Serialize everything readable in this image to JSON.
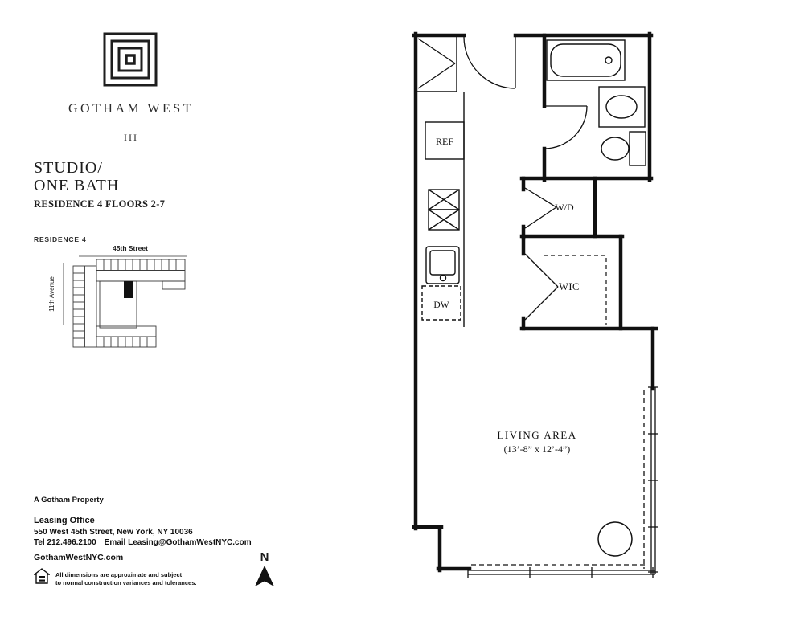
{
  "brand": {
    "display_name": "GOTHAM WEST",
    "numeral": "III"
  },
  "unit": {
    "type_line1": "STUDIO/",
    "type_line2": "ONE BATH",
    "residence_info": "RESIDENCE 4 FLOORS 2-7"
  },
  "key_plan": {
    "residence_label": "RESIDENCE 4",
    "street_top": "45th Street",
    "avenue_left": "11th Avenue"
  },
  "floor_plan": {
    "ref_label": "REF",
    "dw_label": "DW",
    "wd_label": "W/D",
    "wic_label": "WIC",
    "living_area_label": "LIVING AREA",
    "living_area_dimensions": "(13’-8” x 12’-4”)"
  },
  "footer": {
    "property_tagline": "A Gotham Property",
    "leasing_office_label": "Leasing Office",
    "address": "550 West 45th Street, New York, NY 10036",
    "phone": "Tel 212.496.2100",
    "email": "Email Leasing@GothamWestNYC.com",
    "website": "GothamWestNYC.com",
    "disclaimer_line1": "All dimensions are approximate and subject",
    "disclaimer_line2": "to normal construction variances and tolerances.",
    "north_label": "N"
  },
  "theme": {
    "ink": "#111111",
    "background": "#ffffff"
  }
}
